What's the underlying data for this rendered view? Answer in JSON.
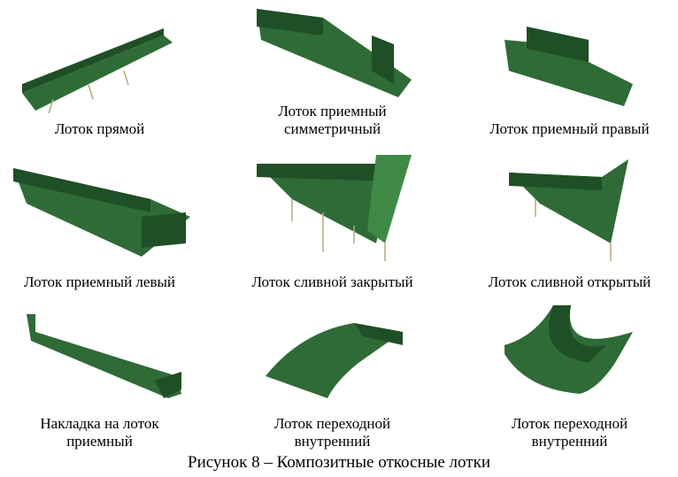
{
  "items": [
    {
      "caption": [
        "Лоток прямой"
      ]
    },
    {
      "caption": [
        "Лоток приемный",
        "симметричный"
      ]
    },
    {
      "caption": [
        "Лоток приемный правый"
      ]
    },
    {
      "caption": [
        "Лоток приемный левый"
      ]
    },
    {
      "caption": [
        "Лоток сливной закрытый"
      ]
    },
    {
      "caption": [
        "Лоток сливной открытый"
      ]
    },
    {
      "caption": [
        "Накладка на лоток",
        "приемный"
      ]
    },
    {
      "caption": [
        "Лоток переходной",
        "внутренний"
      ]
    },
    {
      "caption": [
        "Лоток переходной",
        "внутренний"
      ]
    }
  ],
  "figure_caption": "Рисунок 8 – Композитные откосные лотки",
  "colors": {
    "tray": "#2f6b36",
    "tray_dark": "#1f4f26",
    "tray_light": "#3f8a47"
  }
}
